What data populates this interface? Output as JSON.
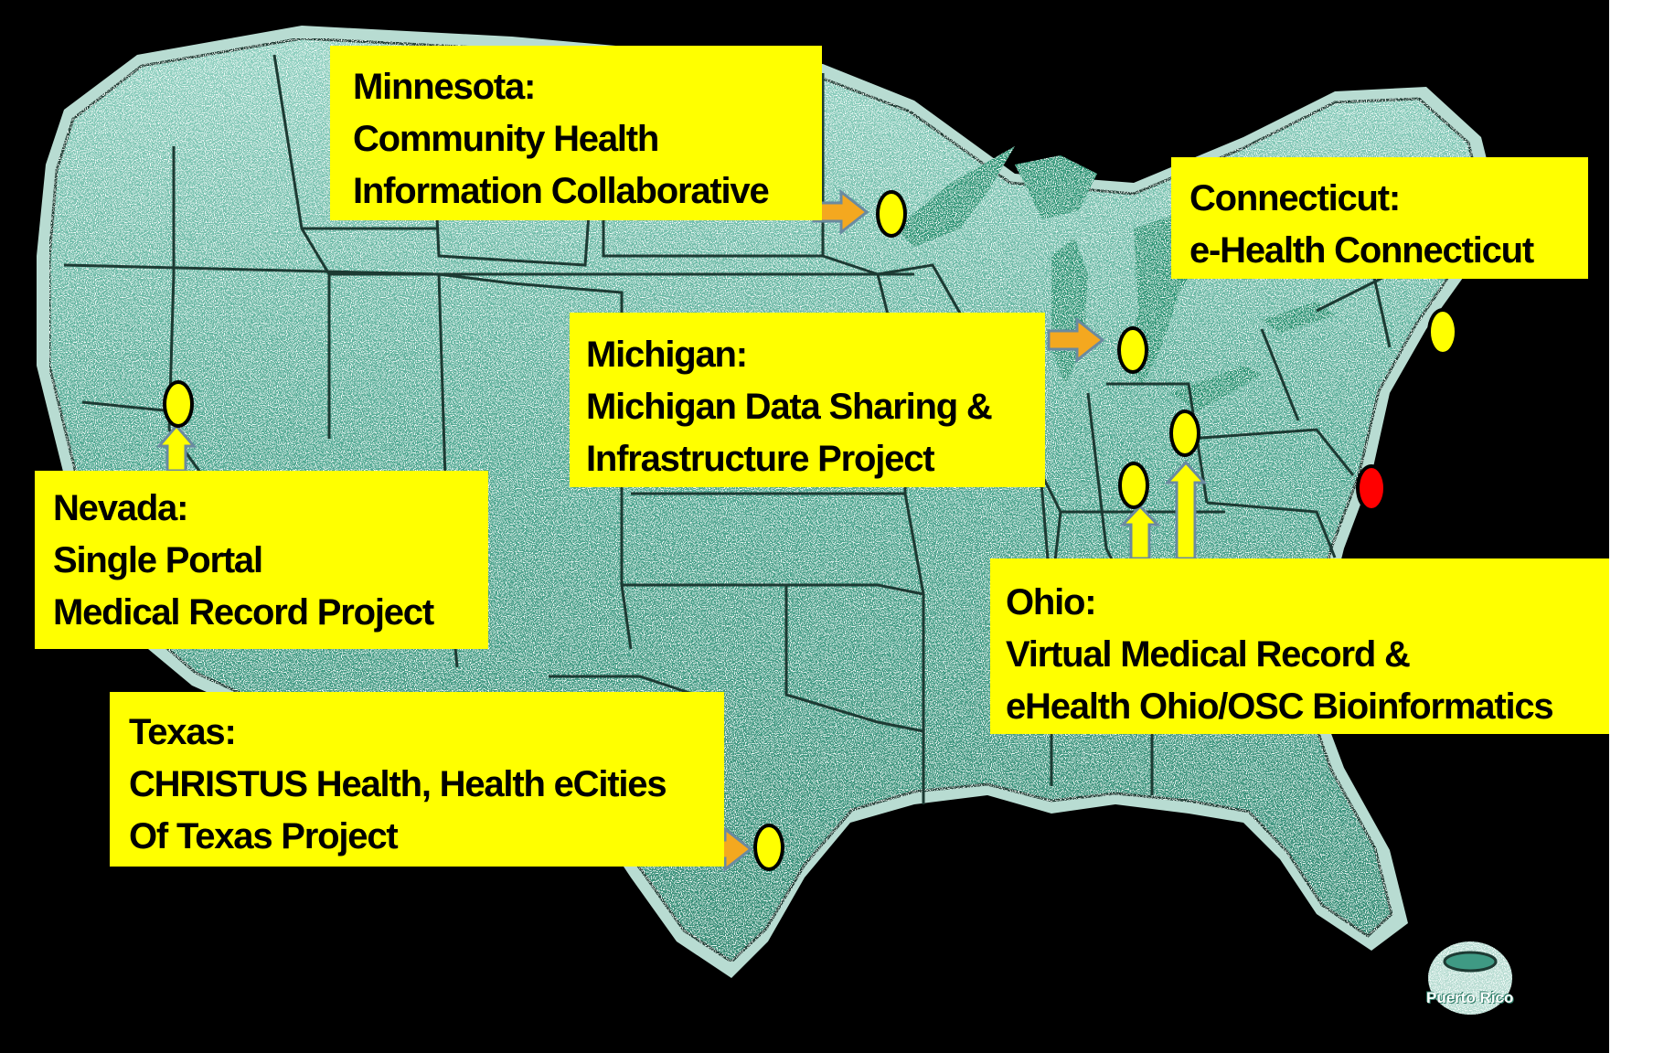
{
  "map": {
    "colors": {
      "background": "#000000",
      "land": "#3f9a84",
      "land_light": "#cfeee6",
      "lakes": "#2e9677",
      "callout": "#ffff00",
      "arrow": "#f4a81f",
      "marker_active": "#ffff00",
      "marker_highlight": "#ff0000"
    },
    "inset_label": "Puerto Rico"
  },
  "callouts": {
    "minnesota": {
      "state": "Minnesota:",
      "lines": [
        "Community Health",
        "Information Collaborative"
      ]
    },
    "connecticut": {
      "state": "Connecticut:",
      "lines": [
        "e-Health Connecticut"
      ]
    },
    "michigan": {
      "state": "Michigan:",
      "lines": [
        "Michigan Data Sharing &",
        "Infrastructure Project"
      ]
    },
    "nevada": {
      "state": "Nevada:",
      "lines": [
        "Single Portal",
        "Medical Record Project"
      ]
    },
    "ohio": {
      "state": "Ohio:",
      "lines": [
        "Virtual Medical Record &",
        "eHealth Ohio/OSC Bioinformatics"
      ]
    },
    "texas": {
      "state": "Texas:",
      "lines": [
        "CHRISTUS Health, Health eCities",
        "Of Texas Project"
      ]
    }
  },
  "markers": [
    {
      "id": "nevada",
      "status": "active"
    },
    {
      "id": "minnesota",
      "status": "active"
    },
    {
      "id": "michigan",
      "status": "active"
    },
    {
      "id": "ohio-north",
      "status": "active"
    },
    {
      "id": "ohio-south",
      "status": "active"
    },
    {
      "id": "connecticut",
      "status": "active"
    },
    {
      "id": "texas",
      "status": "active"
    },
    {
      "id": "washington-dc",
      "status": "highlight"
    }
  ]
}
